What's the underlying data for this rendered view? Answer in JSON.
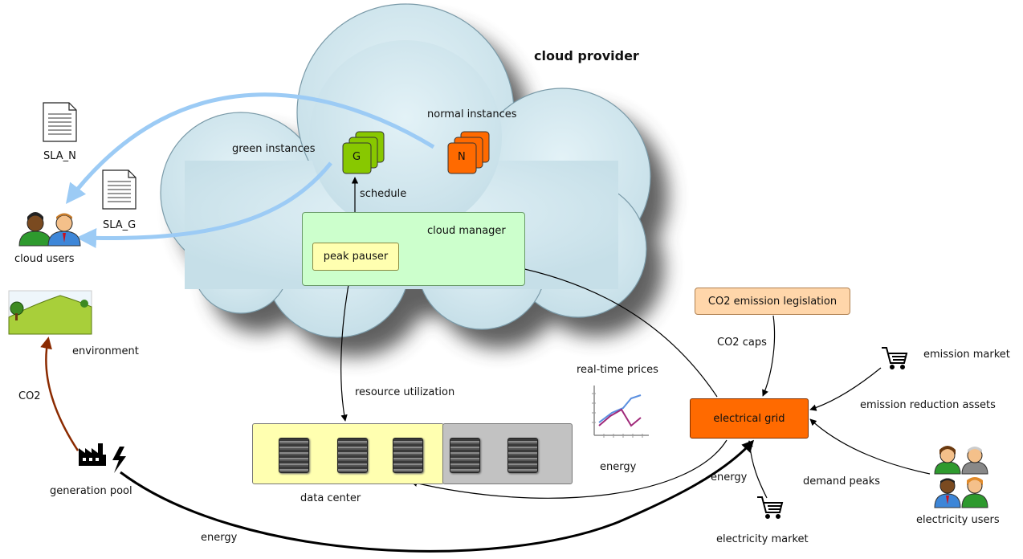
{
  "title": "cloud provider",
  "labels": {
    "normal_instances": "normal instances",
    "green_instances": "green instances",
    "schedule": "schedule",
    "cloud_manager": "cloud manager",
    "peak_pauser": "peak pauser",
    "sla_n": "SLA_N",
    "sla_g": "SLA_G",
    "cloud_users": "cloud users",
    "environment": "environment",
    "co2": "CO2",
    "generation_pool": "generation pool",
    "energy_bottom": "energy",
    "resource_utilization": "resource utilization",
    "data_center": "data center",
    "real_time_prices": "real-time prices",
    "energy_right": "energy",
    "energy_grid": "energy",
    "co2_emission_legislation": "CO2 emission legislation",
    "co2_caps": "CO2 caps",
    "electrical_grid": "electrical grid",
    "emission_market": "emission market",
    "emission_reduction_assets": "emission reduction assets",
    "demand_peaks": "demand peaks",
    "electricity_market": "electricity market",
    "electricity_users": "electricity users",
    "green_card": "G",
    "normal_card": "N"
  },
  "colors": {
    "cloud_fill": "#d3e9f0",
    "cloud_manager_fill": "#ccffcc",
    "peak_pauser_fill": "#ffffb0",
    "green_instance": "#88c800",
    "normal_instance": "#ff6a00",
    "electrical_grid": "#ff6a00",
    "legislation_fill": "#ffd6aa",
    "sla_arrow": "#9ccbf5",
    "co2_arrow": "#8b2a00"
  }
}
